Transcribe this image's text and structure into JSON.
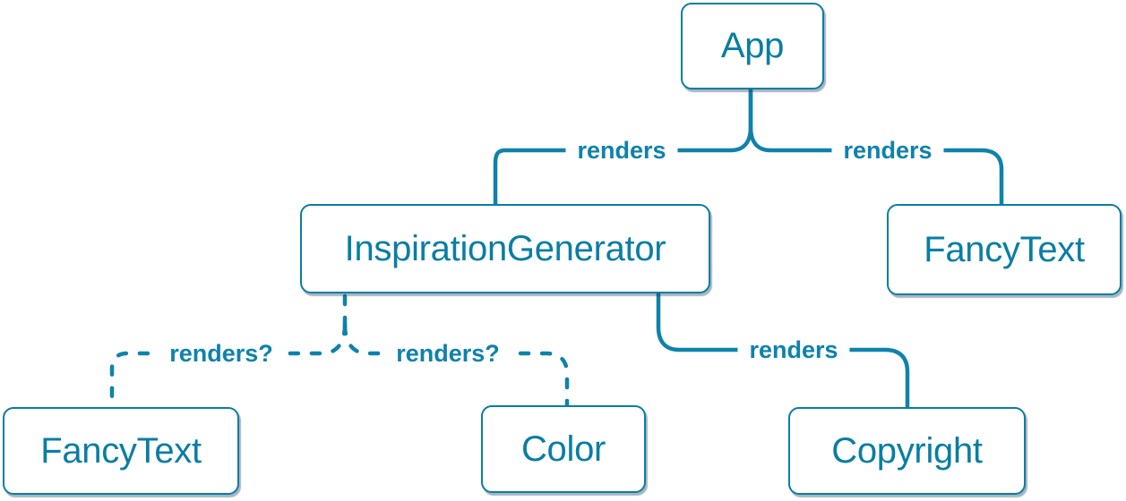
{
  "diagram": {
    "type": "component-render-tree",
    "colors": {
      "accent": "#087ea4",
      "line": "#0e82ab",
      "node_background": "#ffffff",
      "page_background": "#ffffff"
    },
    "nodes": [
      {
        "id": "app",
        "label": "App"
      },
      {
        "id": "inspiration-generator",
        "label": "InspirationGenerator"
      },
      {
        "id": "fancy-text-top",
        "label": "FancyText"
      },
      {
        "id": "fancy-text-bottom",
        "label": "FancyText"
      },
      {
        "id": "color",
        "label": "Color"
      },
      {
        "id": "copyright",
        "label": "Copyright"
      }
    ],
    "edges": [
      {
        "from": "App",
        "to": "InspirationGenerator",
        "label": "renders",
        "style": "solid"
      },
      {
        "from": "App",
        "to": "FancyText",
        "label": "renders",
        "style": "solid"
      },
      {
        "from": "InspirationGenerator",
        "to": "FancyText",
        "label": "renders?",
        "style": "dashed"
      },
      {
        "from": "InspirationGenerator",
        "to": "Color",
        "label": "renders?",
        "style": "dashed"
      },
      {
        "from": "InspirationGenerator",
        "to": "Copyright",
        "label": "renders",
        "style": "solid"
      }
    ]
  }
}
